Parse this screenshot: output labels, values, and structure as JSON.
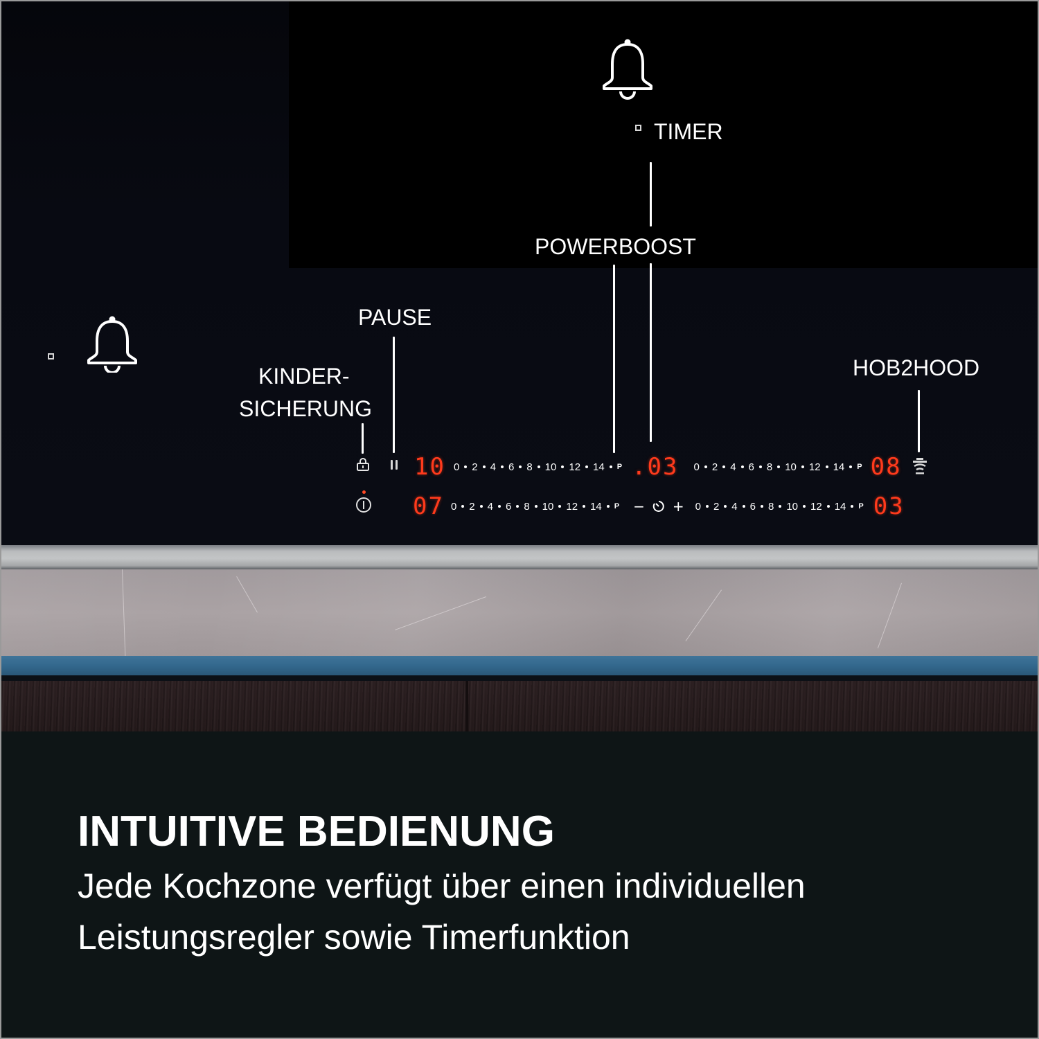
{
  "labels": {
    "timer": "TIMER",
    "powerboost": "POWERBOOST",
    "pause": "PAUSE",
    "child_lock_line1": "KINDER-",
    "child_lock_line2": "SICHERUNG",
    "hob2hood": "HOB2HOOD"
  },
  "controls": {
    "row1": {
      "left_display": "10",
      "scale": [
        "0",
        "2",
        "4",
        "6",
        "8",
        "10",
        "12",
        "14",
        "P"
      ],
      "middle_display": ".03",
      "scale_right": [
        "0",
        "2",
        "4",
        "6",
        "8",
        "10",
        "12",
        "14",
        "P"
      ],
      "right_display": "08"
    },
    "row2": {
      "left_display": "07",
      "scale": [
        "0",
        "2",
        "4",
        "6",
        "8",
        "10",
        "12",
        "14",
        "P"
      ],
      "timer_minus": "−",
      "timer_plus": "+",
      "scale_right": [
        "0",
        "2",
        "4",
        "6",
        "8",
        "10",
        "12",
        "14",
        "P"
      ],
      "right_display": "03"
    },
    "icons": [
      "child-lock-icon",
      "pause-icon",
      "power-icon",
      "timer-clock-icon",
      "hob2hood-icon",
      "bell-icon"
    ]
  },
  "caption": {
    "title": "INTUITIVE BEDIENUNG",
    "line1": "Jede Kochzone verfügt über einen individuellen",
    "line2": "Leistungsregler sowie Timerfunktion"
  },
  "colors": {
    "display_red": "#ff3a1c",
    "glass": "#080a12",
    "caption_bg": "#0e1516",
    "countertop_edge": "#33688d"
  }
}
